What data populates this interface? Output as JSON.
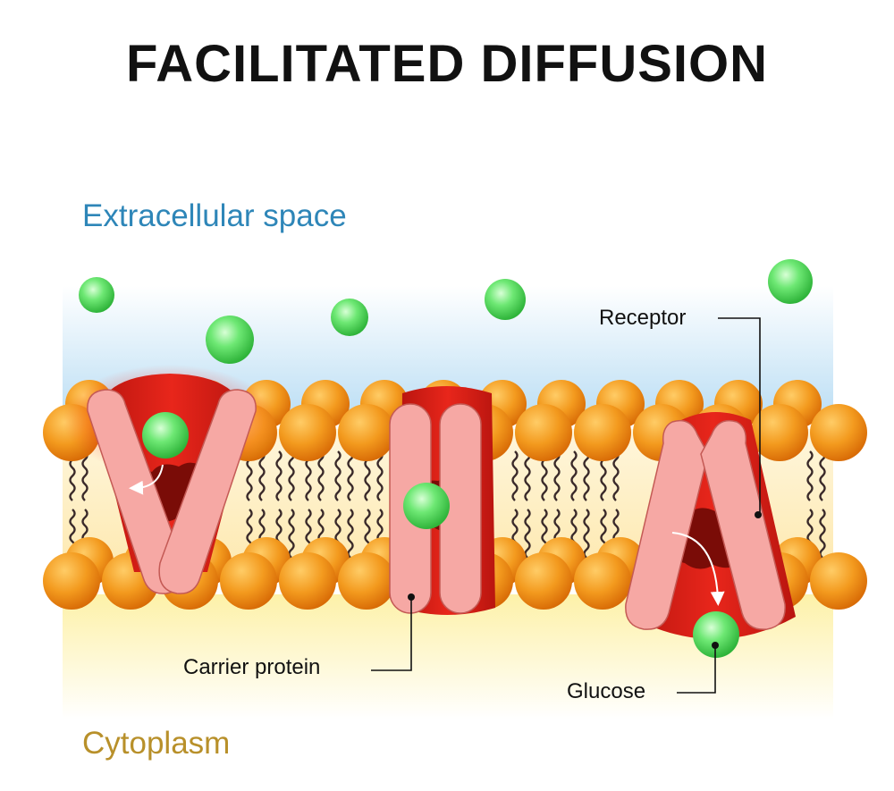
{
  "title": "FACILITATED DIFFUSION",
  "regions": {
    "top": "Extracellular space",
    "bottom": "Cytoplasm"
  },
  "labels": {
    "receptor": "Receptor",
    "carrier": "Carrier protein",
    "glucose": "Glucose"
  },
  "colors": {
    "title": "#111111",
    "extracellular_text": "#2e86b8",
    "cytoplasm_text": "#b8902a",
    "phospholipid_head": "#f39a1e",
    "protein_outer": "#d9261c",
    "protein_inner": "#f4a3a0",
    "glucose": "#5fe06a"
  }
}
